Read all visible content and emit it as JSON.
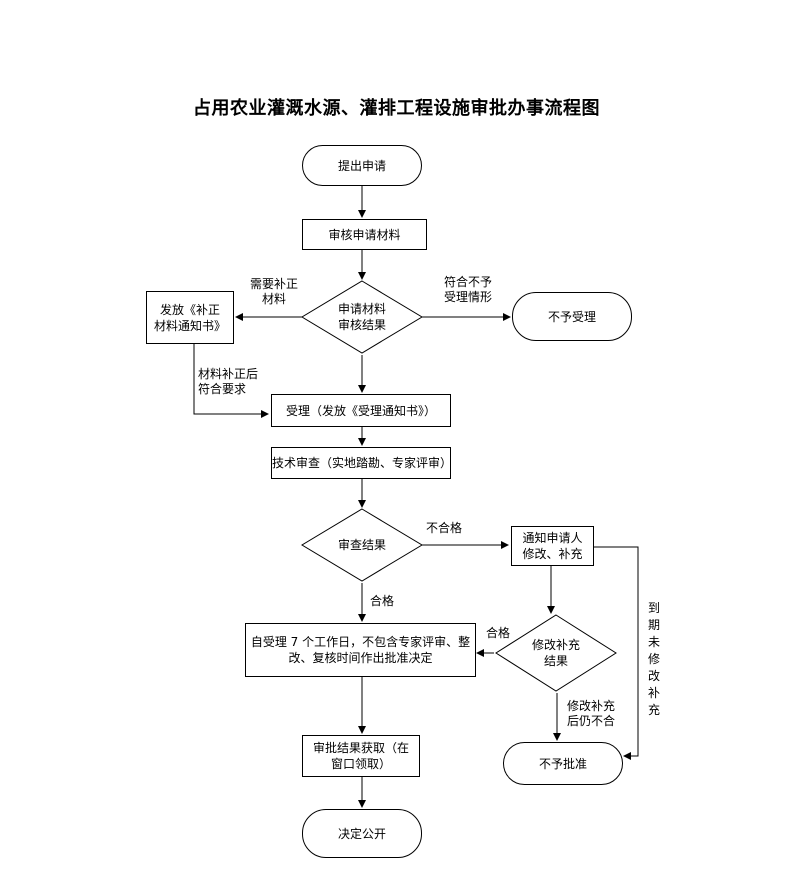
{
  "title": "占用农业灌溉水源、灌排工程设施审批办事流程图",
  "nodes": {
    "submit": "提出申请",
    "review_materials": "审核申请材料",
    "review_result": "申请材料\n审核结果",
    "supplement_notice": "发放《补正\n材料通知书》",
    "reject_accept": "不予受理",
    "accept": "受理（发放《受理通知书》）",
    "tech_review": "技术审查（实地踏勘、专家评审）",
    "check_result": "审查结果",
    "notify_applicant": "通知申请人\n修改、补充",
    "decision": "自受理 7 个工作日，不包含专家评审、整\n改、复核时间作出批准决定",
    "revise_result": "修改补充\n结果",
    "get_result": "审批结果获取（在\n窗口领取）",
    "not_approved": "不予批准",
    "publish": "决定公开"
  },
  "edge_labels": {
    "need_supplement": "需要补正\n材料",
    "not_eligible": "符合不予\n受理情形",
    "supplemented": "材料补正后\n符合要求",
    "fail": "不合格",
    "pass_1": "合格",
    "pass_2": "合格",
    "still_fail": "修改补充\n后仍不合",
    "overdue": "到期未修改补充"
  }
}
